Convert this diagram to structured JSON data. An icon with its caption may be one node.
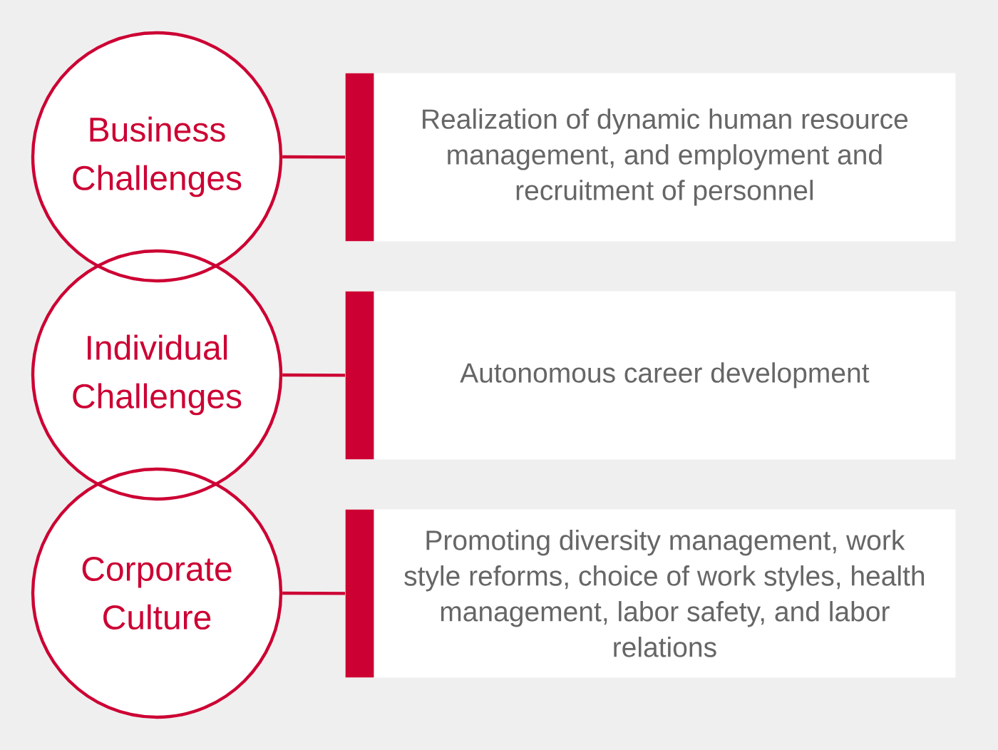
{
  "diagram": {
    "nodes": [
      {
        "text": [
          "Business Challenges"
        ]
      },
      {
        "text": [
          "Individual Challenges"
        ]
      },
      {
        "text": [
          "Corporate Culture"
        ]
      },
      {
        "text": [
          "Realization of dynamic human resource management, and employment and recruitment of personnel"
        ]
      },
      {
        "text": [
          "Autonomous career development"
        ]
      },
      {
        "text": [
          "Promoting diversity management, work style reforms, choice of work styles, health management, labor safety, and labor relations"
        ]
      }
    ],
    "edges": [
      {
        "from": 0,
        "to": 3,
        "arrow": "none"
      },
      {
        "from": 1,
        "to": 4,
        "arrow": "none"
      },
      {
        "from": 2,
        "to": 5,
        "arrow": "none"
      }
    ]
  }
}
